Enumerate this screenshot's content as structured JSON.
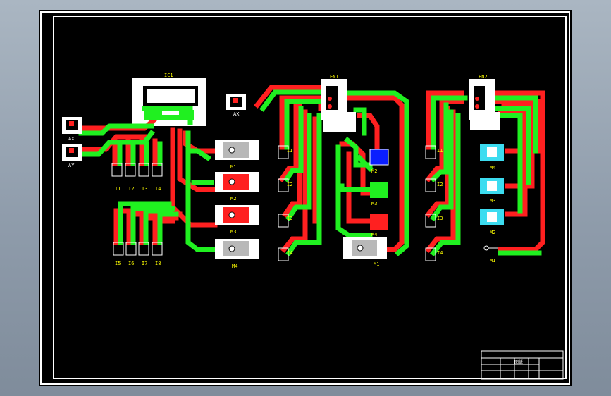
{
  "colors": {
    "red": "#ff2020",
    "green": "#20f020",
    "label": "#ffff00",
    "border": "#ffffff",
    "blue": "#0a1eff",
    "cyan": "#3cdcf0"
  },
  "board1": {
    "ic_label": "IC1",
    "ax_label": "AX",
    "ay_label": "AY",
    "inputs": [
      "I1",
      "I2",
      "I3",
      "I4",
      "I5",
      "I6",
      "I7",
      "I8"
    ],
    "motors": [
      "M1",
      "M2",
      "M3",
      "M4"
    ]
  },
  "board2": {
    "ic_label": "EN1",
    "ax_label": "AX",
    "inputs": [
      "I1",
      "I2",
      "I3",
      "I4"
    ],
    "motors": [
      "M1",
      "M2",
      "M3",
      "M4"
    ]
  },
  "board3": {
    "ic_label": "EN2",
    "inputs": [
      "I1",
      "I2",
      "I3",
      "I4"
    ],
    "motors": [
      "M1",
      "M2",
      "M3",
      "M4"
    ]
  },
  "title_block": {
    "caption": "图纸"
  }
}
